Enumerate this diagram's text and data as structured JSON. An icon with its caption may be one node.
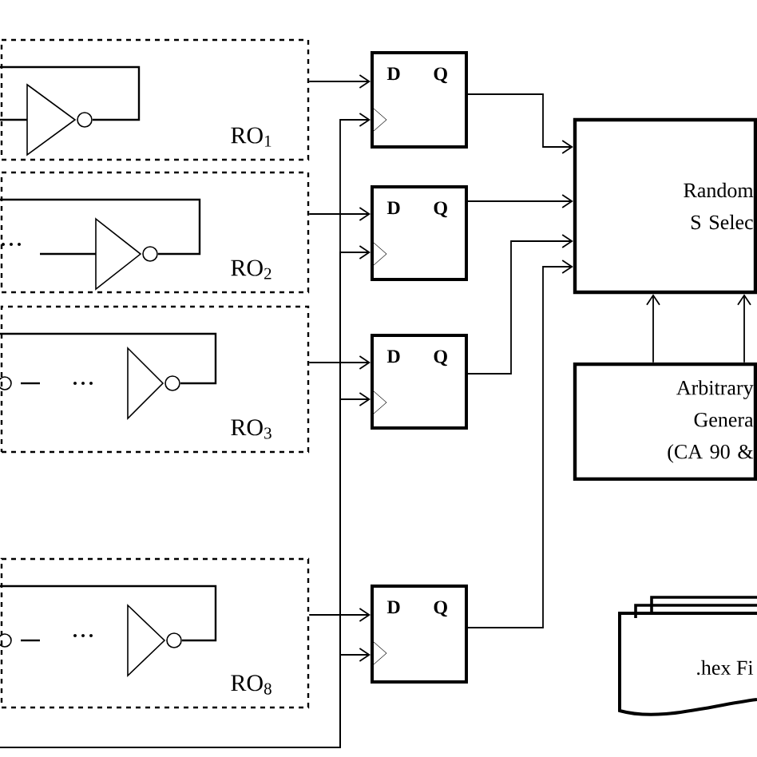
{
  "diagram": {
    "nodes": [
      {
        "text": [
          "RO$_{1}$"
        ]
      },
      {
        "text": [
          "RO$_{2}$"
        ]
      },
      {
        "text": [
          "RO$_{3}$"
        ]
      },
      {
        "text": [
          "RO$_{8}$"
        ]
      },
      {
        "text": [
          "D",
          "Q"
        ]
      },
      {
        "text": [
          "D",
          "Q"
        ]
      },
      {
        "text": [
          "D",
          "Q"
        ]
      },
      {
        "text": [
          "D",
          "Q"
        ]
      },
      {
        "text": [
          "Random S Selec"
        ]
      },
      {
        "text": [
          "Arbitrary Genera (CA 90 &"
        ]
      },
      {
        "text": [
          ".hex Fi"
        ]
      }
    ],
    "edges": [
      {
        "from": 0,
        "to": 4,
        "arrow": "to"
      },
      {
        "from": 1,
        "to": 5,
        "arrow": "to"
      },
      {
        "from": 2,
        "to": 6,
        "arrow": "to"
      },
      {
        "from": 3,
        "to": 7,
        "arrow": "to"
      },
      {
        "from": null,
        "to": 4,
        "arrow": "to"
      },
      {
        "from": null,
        "to": 5,
        "arrow": "to"
      },
      {
        "from": null,
        "to": 6,
        "arrow": "to"
      },
      {
        "from": null,
        "to": 7,
        "arrow": "to"
      },
      {
        "from": 4,
        "to": 8,
        "arrow": "to"
      },
      {
        "from": 5,
        "to": 8,
        "arrow": "to"
      },
      {
        "from": 6,
        "to": 8,
        "arrow": "to"
      },
      {
        "from": 7,
        "to": 8,
        "arrow": "to"
      },
      {
        "from": 9,
        "to": 8,
        "arrow": "to"
      },
      {
        "from": 9,
        "to": 8,
        "arrow": "to"
      }
    ]
  }
}
